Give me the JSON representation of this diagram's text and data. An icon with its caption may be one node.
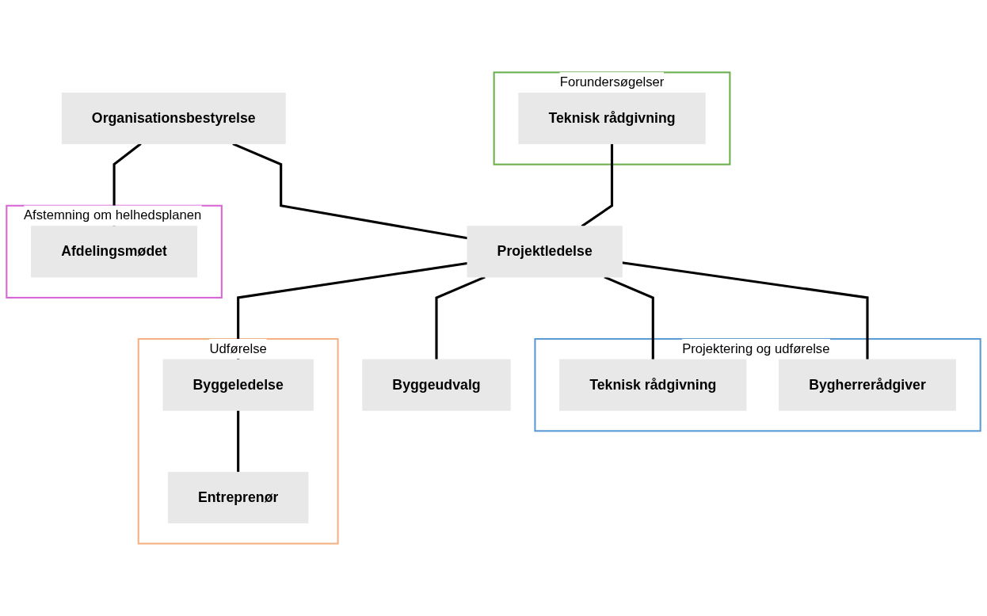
{
  "diagram": {
    "nodes": [
      {
        "text": [
          "Organisationsbestyrelse"
        ]
      },
      {
        "text": [
          "Afstemning om helhedsplanen"
        ]
      },
      {
        "text": [
          "Afdelingsmødet"
        ],
        "in": 1
      },
      {
        "text": [
          "Forundersøgelser"
        ]
      },
      {
        "text": [
          "Teknisk rådgivning"
        ],
        "in": 3
      },
      {
        "text": [
          "Projektledelse"
        ]
      },
      {
        "text": [
          "Projektering og udførelse"
        ]
      },
      {
        "text": [
          "Teknisk rådgivning"
        ],
        "in": 6
      },
      {
        "text": [
          "Bygherrerådgiver"
        ],
        "in": 6
      },
      {
        "text": [
          "Byggeudvalg"
        ]
      },
      {
        "text": [
          "Udførelse"
        ]
      },
      {
        "text": [
          "Byggeledelse"
        ],
        "in": 10
      },
      {
        "text": [
          "Entreprenør"
        ],
        "in": 10
      }
    ],
    "edges": [
      {
        "from": 0,
        "to": 5,
        "arrow": "none"
      },
      {
        "from": 0,
        "to": 2,
        "arrow": "none"
      },
      {
        "from": 4,
        "to": 5,
        "arrow": "none"
      },
      {
        "from": 5,
        "to": 7,
        "arrow": "none"
      },
      {
        "from": 5,
        "to": 8,
        "arrow": "none"
      },
      {
        "from": 5,
        "to": 9,
        "arrow": "none"
      },
      {
        "from": 5,
        "to": 11,
        "arrow": "none"
      },
      {
        "from": 11,
        "to": 12,
        "arrow": "none"
      }
    ]
  }
}
